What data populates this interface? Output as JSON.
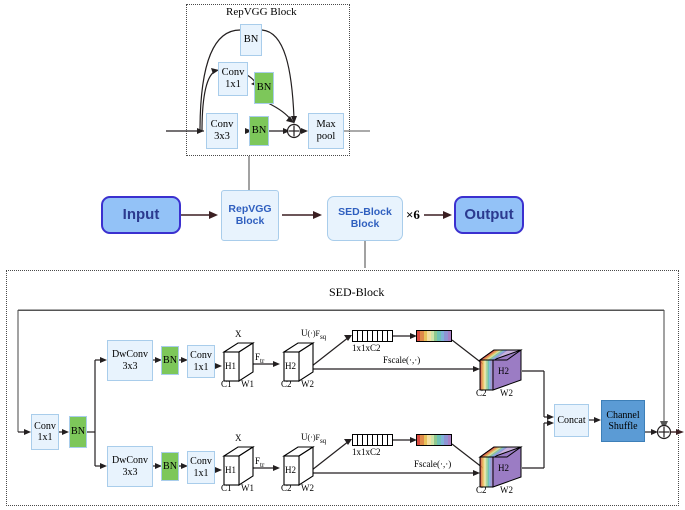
{
  "figure": {
    "repvgg_title": "RepVGG Block",
    "sed_title": "SED-Block"
  },
  "repvgg": {
    "bn_top": "BN",
    "conv1x1": "Conv\n1x1",
    "conv1x1_l1": "Conv",
    "conv1x1_l2": "1x1",
    "bn_mid": "BN",
    "conv3x3_l1": "Conv",
    "conv3x3_l2": "3x3",
    "bn_bottom": "BN",
    "add": "⊕",
    "maxpool_l1": "Max",
    "maxpool_l2": "pool"
  },
  "pipeline": {
    "input": "Input",
    "repvgg_l1": "RepVGG",
    "repvgg_l2": "Block",
    "sed_l1": "SED-Block",
    "sed_l2": "Block",
    "repeat": "×6",
    "output": "Output"
  },
  "sed": {
    "entry_conv_l1": "Conv",
    "entry_conv_l2": "1x1",
    "entry_bn": "BN",
    "concat": "Concat",
    "shuffle_l1": "Channel",
    "shuffle_l2": "Shuffle",
    "add": "⊕",
    "branches": [
      {
        "dwconv_l1": "DwConv",
        "dwconv_l2": "3x3",
        "bn": "BN",
        "conv_l1": "Conv",
        "conv_l2": "1x1",
        "cube1_top": "X",
        "cube1_h": "H1",
        "cube1_c": "C1",
        "cube1_w": "W1",
        "ftr": "F",
        "ftr_sub": "tr",
        "cube2_h": "H2",
        "cube2_c": "C2",
        "cube2_w": "W2",
        "usq_u": "U",
        "usq_mid": "(·)F",
        "usq_sub": "sq",
        "vector_label": "1x1xC2",
        "fscale": "Fscale(·,·)",
        "cube3_h": "H2",
        "cube3_c": "C2",
        "cube3_w": "W2"
      },
      {
        "dwconv_l1": "DwConv",
        "dwconv_l2": "3x3",
        "bn": "BN",
        "conv_l1": "Conv",
        "conv_l2": "1x1",
        "cube1_top": "X",
        "cube1_h": "H1",
        "cube1_c": "C1",
        "cube1_w": "W1",
        "ftr": "F",
        "ftr_sub": "tr",
        "cube2_h": "H2",
        "cube2_c": "C2",
        "cube2_w": "W2",
        "usq_u": "U",
        "usq_mid": "(·)F",
        "usq_sub": "sq",
        "vector_label": "1x1xC2",
        "fscale": "Fscale(·,·)",
        "cube3_h": "H2",
        "cube3_c": "C2",
        "cube3_w": "W2"
      }
    ]
  },
  "colors": {
    "light_blue_fill": "#e8f3fd",
    "light_blue_border": "#a9cdeb",
    "green_fill": "#7dc75a",
    "med_blue_fill": "#5b9bd5",
    "pill_fill": "#93c2f7",
    "pill_border": "#3b30cf",
    "pill_text": "#2b3a8f",
    "stage_text": "#2f5fbf",
    "line": "#231f20",
    "rainbow": [
      "#d94b3f",
      "#e08a4a",
      "#e8c35c",
      "#f2dfa0",
      "#cfe3a8",
      "#8fc98f",
      "#6ec2b5",
      "#7fb3d8",
      "#8f94d4",
      "#a87fc4"
    ],
    "cube_front_purple": "#9b7cc4"
  }
}
